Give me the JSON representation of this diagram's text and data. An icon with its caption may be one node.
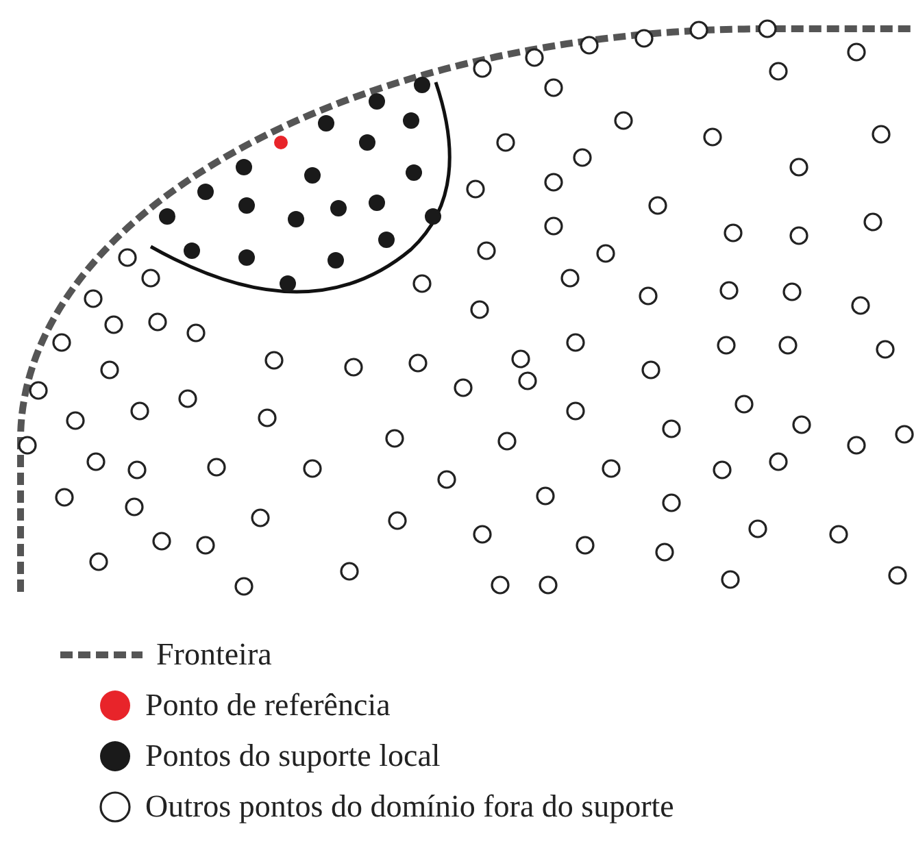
{
  "diagram": {
    "legend": [
      {
        "text": "Fronteira"
      },
      {
        "text": "Ponto de referência",
        "color": "#e8242a"
      },
      {
        "text": "Pontos do suporte local",
        "color": "#1a1a1a"
      },
      {
        "text": "Outros pontos do domínio fora do suporte"
      }
    ]
  }
}
